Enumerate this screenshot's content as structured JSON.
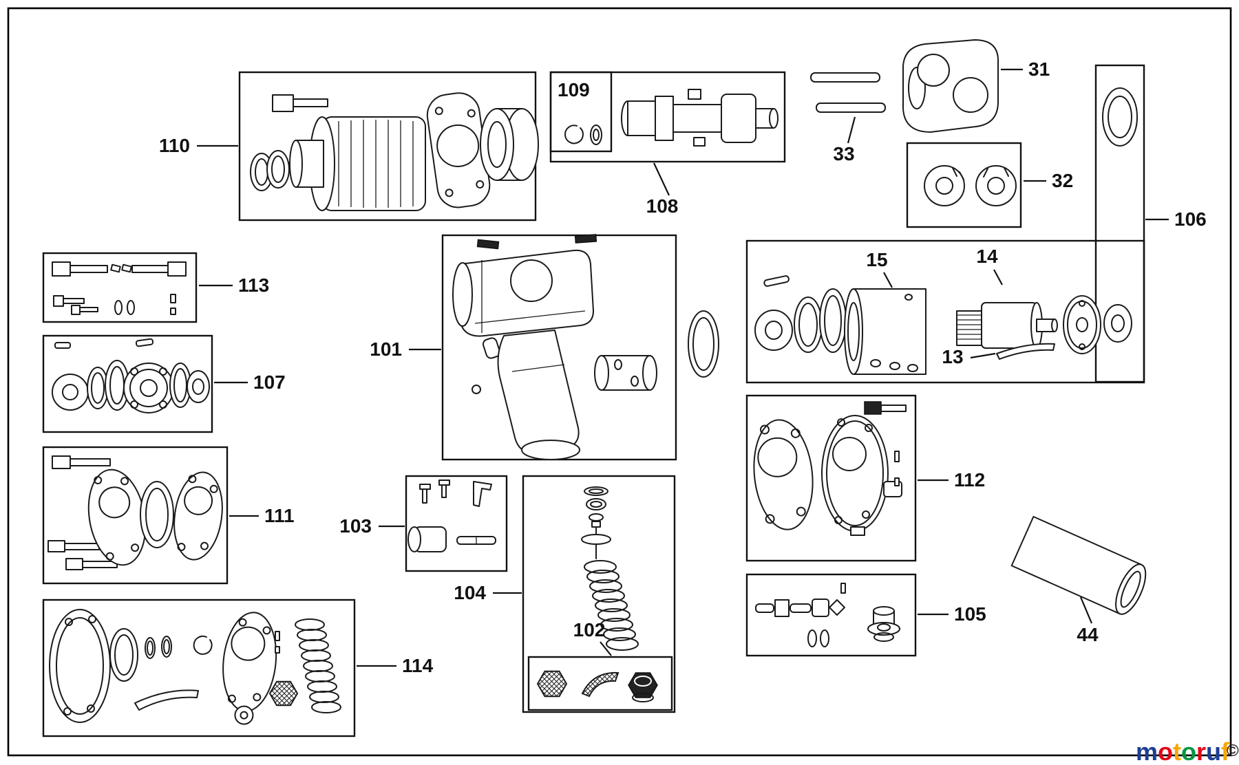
{
  "callouts": {
    "c13": "13",
    "c14": "14",
    "c15": "15",
    "c31": "31",
    "c32": "32",
    "c33": "33",
    "c44": "44",
    "c101": "101",
    "c102": "102",
    "c103": "103",
    "c104": "104",
    "c105": "105",
    "c106": "106",
    "c107": "107",
    "c108": "108",
    "c109": "109",
    "c110": "110",
    "c111": "111",
    "c112": "112",
    "c113": "113",
    "c114": "114"
  },
  "watermark": {
    "letters": [
      "m",
      "o",
      "t",
      "o",
      "r",
      "u",
      "f"
    ],
    "colors": [
      "#1c3f94",
      "#e30613",
      "#f7a600",
      "#009640",
      "#e30613",
      "#1c3f94",
      "#f7a600"
    ],
    "copyright": "©"
  },
  "palette": {
    "line": "#1a1a1a",
    "background": "#ffffff"
  }
}
